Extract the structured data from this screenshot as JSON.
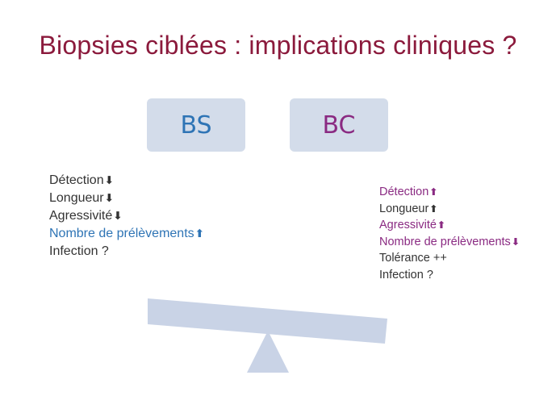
{
  "title": "Biopsies ciblées : implications cliniques ?",
  "boxes": {
    "bs": "BS",
    "bc": "BC"
  },
  "left_list": [
    {
      "text": "Détection",
      "arrow": "⬇",
      "color": "#333333"
    },
    {
      "text": "Longueur",
      "arrow": "⬇",
      "color": "#333333"
    },
    {
      "text": "Agressivité",
      "arrow": "⬇",
      "color": "#333333"
    },
    {
      "text": "Nombre de prélèvements",
      "arrow": "⬆",
      "color": "#2e74b5"
    },
    {
      "text": "Infection ?",
      "arrow": "",
      "color": "#333333"
    }
  ],
  "right_list": [
    {
      "text": "Détection",
      "arrow": "⬆",
      "color": "#8a2a82"
    },
    {
      "text": "Longueur",
      "arrow": "⬆",
      "color": "#333333"
    },
    {
      "text": "Agressivité",
      "arrow": "⬆",
      "color": "#8a2a82"
    },
    {
      "text": "Nombre de prélèvements",
      "arrow": "⬇",
      "color": "#8a2a82"
    },
    {
      "text": "Tolérance ++",
      "arrow": "",
      "color": "#333333"
    },
    {
      "text": "Infection ?",
      "arrow": "",
      "color": "#333333"
    }
  ],
  "colors": {
    "title": "#8b1a3c",
    "box_bg": "#d3dcea",
    "balance": "#c9d3e6"
  },
  "icons": {
    "balance": "balance-scale-icon"
  }
}
